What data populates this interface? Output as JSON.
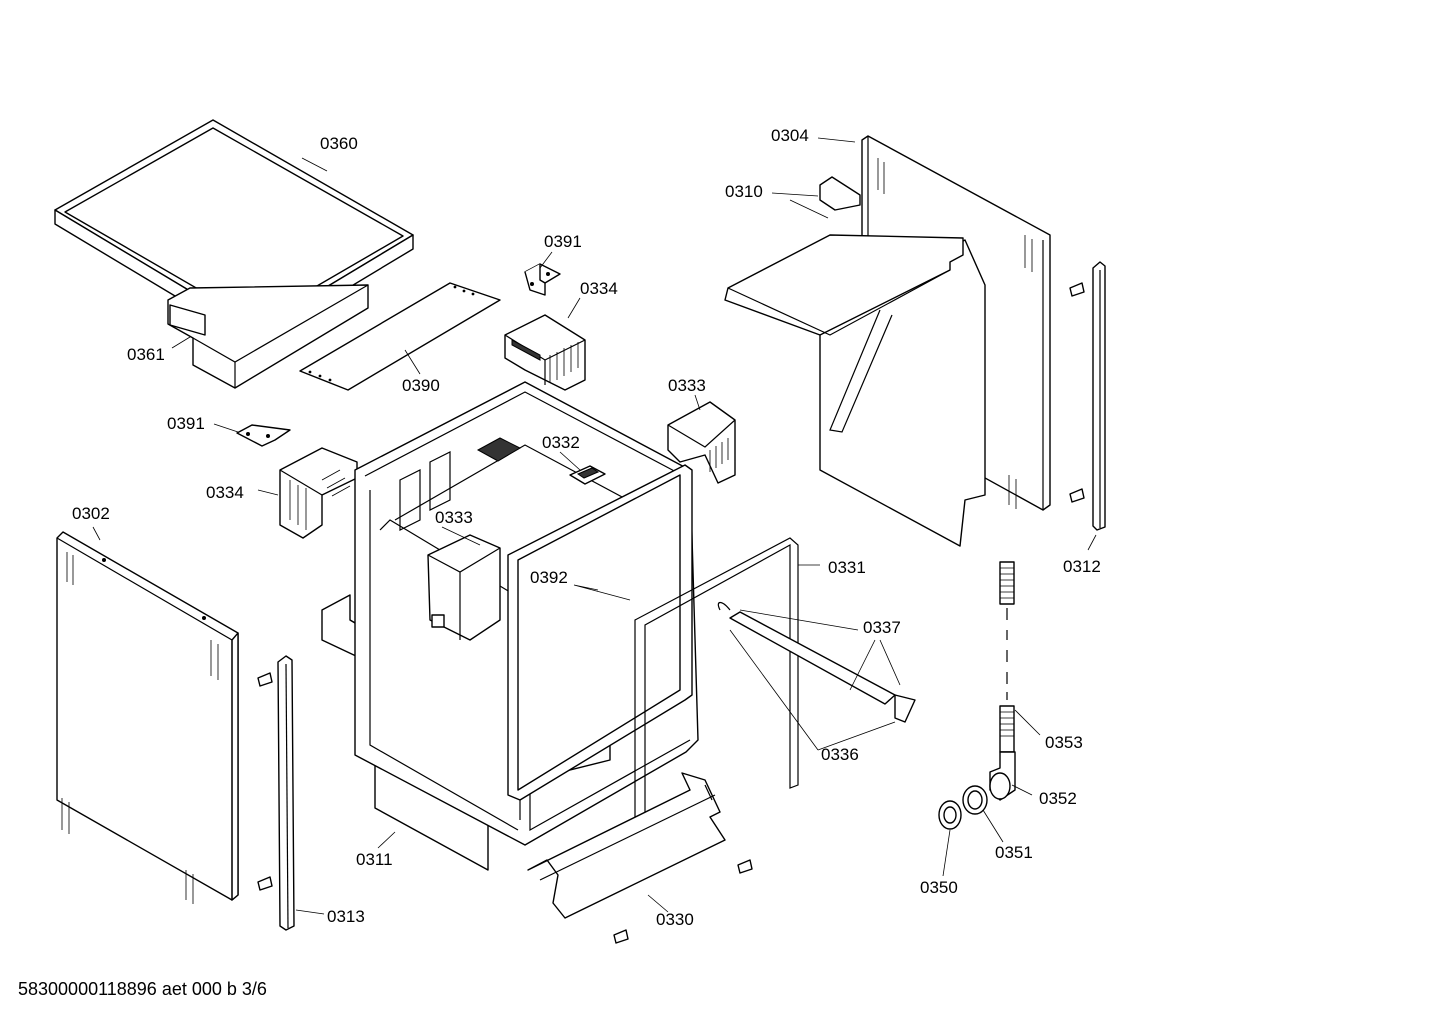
{
  "labels": {
    "l0360": "0360",
    "l0361": "0361",
    "l0390": "0390",
    "l0391a": "0391",
    "l0334a": "0334",
    "l0391b": "0391",
    "l0334b": "0334",
    "l0302": "0302",
    "l0333a": "0333",
    "l0332": "0332",
    "l0333b": "0333",
    "l0392": "0392",
    "l0331": "0331",
    "l0337": "0337",
    "l0336": "0336",
    "l0304": "0304",
    "l0310": "0310",
    "l0312": "0312",
    "l0353": "0353",
    "l0352": "0352",
    "l0351": "0351",
    "l0350": "0350",
    "l0311": "0311",
    "l0313": "0313",
    "l0330": "0330"
  },
  "footer": "58300000118896 aet 000 b 3/6"
}
